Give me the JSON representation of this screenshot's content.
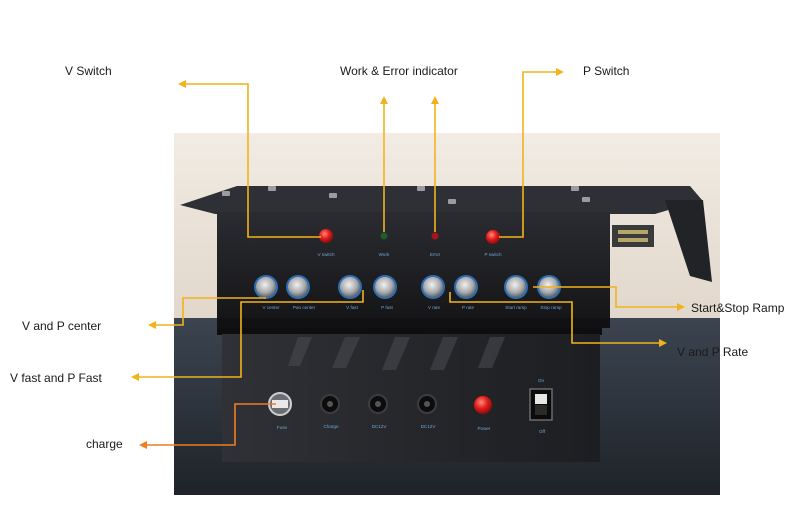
{
  "callouts": {
    "v_switch": "V Switch",
    "work_error": "Work & Error indicator",
    "p_switch": "P Switch",
    "start_stop_ramp": "Start&Stop Ramp",
    "v_and_p_rate": "V and P Rate",
    "v_and_p_center": "V and P center",
    "v_fast_p_fast": "V fast and P Fast",
    "charge": "charge"
  },
  "panel_labels": {
    "v_switch": "V switch",
    "work": "Work",
    "error": "Error",
    "p_switch": "P switch",
    "v_center": "V center",
    "p_center": "Pan center",
    "v_fast": "V fast",
    "p_fast": "P fast",
    "v_rate": "V rate",
    "p_rate": "P rate",
    "start_ramp": "Start ramp",
    "stop_ramp": "Stop ramp",
    "fuse": "Fuse",
    "charge": "Charge",
    "dc12v_1": "DC12V",
    "dc12v_2": "DC12V",
    "power": "Power",
    "on": "On",
    "off": "Off"
  },
  "colors": {
    "arrow_gold": "#f2b21c",
    "arrow_orange": "#ef7d22",
    "led_red": "#e21b1b",
    "led_green": "#1f5c26",
    "panel_black": "#1c1c1e",
    "label_blue": "#6fa6d8"
  }
}
